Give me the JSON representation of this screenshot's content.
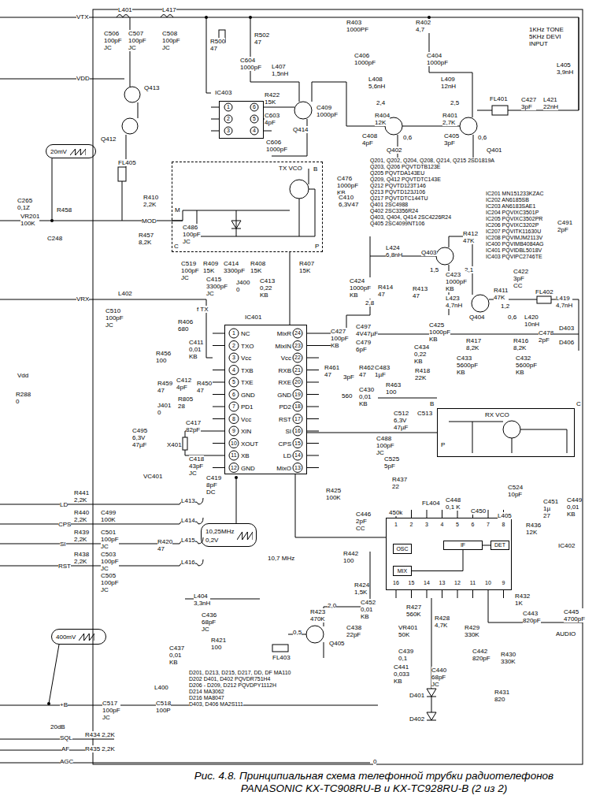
{
  "diagram": {
    "caption": "Рис. 4.8. Принципиальная схема телефонной трубки радиотелефонов PANASONIC KX-TC908RU-B и KX-TC928RU-B (2 из 2)",
    "nodes": [
      {
        "text": [
          "IC403"
        ]
      },
      {
        "text": [
          "TX VCO"
        ]
      },
      {
        "text": [
          "IC401"
        ]
      },
      {
        "text": [
          "RX VCO"
        ]
      },
      {
        "text": [
          "IC402"
        ]
      },
      {
        "text": [
          "OSC"
        ],
        "in": 4
      },
      {
        "text": [
          "MIX"
        ],
        "in": 4
      },
      {
        "text": [
          "IF"
        ],
        "in": 4
      },
      {
        "text": [
          "DET"
        ],
        "in": 4
      },
      {
        "text": [
          "20mV"
        ]
      },
      {
        "text": [
          "10,25MHz 0,2V"
        ]
      },
      {
        "text": [
          "400mV"
        ]
      }
    ],
    "edges": [
      {
        "from": 1,
        "to": 2,
        "arrow": "none"
      },
      {
        "from": 2,
        "to": 4,
        "arrow": "none"
      },
      {
        "from": 3,
        "to": 2,
        "arrow": "none"
      },
      {
        "from": 6,
        "to": 7,
        "arrow": "none"
      },
      {
        "from": 7,
        "to": 8,
        "arrow": "none"
      }
    ],
    "labels": [
      "VTX",
      "L401",
      "L417",
      "C506 100pF JC",
      "C507 100pF JC",
      "C508 100pF JC",
      "R500 47",
      "R502 47",
      "C604 1000pF",
      "L407 1,5nH",
      "R403 1000PF",
      "R402 4,7",
      "C406 1000pF",
      "C404 1000pF",
      "1KHz TONE 5KHz DEVI INPUT",
      "L405 3,9nH",
      "L408 5,6nH",
      "L409 12nH",
      "VDD",
      "Q413",
      "R422 15K",
      "C603 4pF",
      "Q414",
      "C409 1000pF",
      "C606 1000pF",
      "2,4",
      "2,5",
      "R404 12K",
      "R401 2,7K",
      "FL401",
      "C427 3pF",
      "L421 22nH",
      "0,6",
      "0,6",
      "C408 4pF",
      "Q402",
      "C405 3pF",
      "Q401",
      "Q412",
      "FL405",
      "C476 1000pF KB",
      "C410 6,3V47",
      "C265 0,1Z",
      "R458",
      "VR201 100K",
      "R410 2,2K",
      "MOD",
      "R457 8,2K",
      "C486 100pF JC",
      "C248",
      "M",
      "C",
      "P",
      "B",
      "C519 100pF JC",
      "R409 15K",
      "C414 3300pF",
      "R408 15K",
      "R407 15K",
      "C415 3300pF JC",
      "J400 0",
      "C413 0,22 KB",
      "VRX",
      "L402",
      "C510 100pF JC",
      "f TX",
      "R406 680",
      "C411 0,01 KB",
      "R456 100",
      "R459 47",
      "C412 4pF",
      "R450 47",
      "R805 28",
      "J401 0",
      "C427 100pF KB",
      "C479 6pF",
      "R461 47",
      "3pF",
      "R462 47",
      "560",
      "C430 0,01 KB",
      "C495 6,3V 47µF",
      "X401",
      "C417 82pF",
      "C418 43pF JC",
      "C419 8pF DC",
      "VC401",
      "LD",
      "R441 2,2K",
      "L413",
      "C499 100K",
      "CPS",
      "R440 2,2K",
      "L414",
      "C501 100pF JC",
      "SI",
      "R439 2,2K",
      "L415",
      "C503 100pF JC",
      "RST",
      "R438 2,2K",
      "L416",
      "C505 100pF JC",
      "R420 47",
      "10,7 MHz",
      "R425 100K",
      "C446 2pF CC",
      "R437 22",
      "C525 5pF",
      "R442 100",
      "R424 1,5K",
      "C452 0,01 KB",
      "L404 3,3nH",
      "C436 68pF JC",
      "R421 100",
      "C437 0,01 KB",
      "R423 470K",
      "2,0",
      "0,5",
      "Q405",
      "C438 22pF",
      "FL403",
      "+B",
      "L400",
      "C517 100pF JC",
      "C518 100P",
      "20dB",
      "SQL",
      "R434 2,2K",
      "AF",
      "R435 2,2K",
      "AGC",
      "0",
      "Vdd",
      "R288 0",
      "C491 2pF",
      "L424 6,8nH",
      "Q403",
      "R412 47K",
      "1,5",
      "2,1",
      "C423 1000pF KB",
      "R413 47",
      "L423 4,7nH",
      "R411 47K",
      "1,2",
      "0,6",
      "Q404",
      "L419 4,7nH",
      "L420 10nH",
      "FL402",
      "C478 2pF",
      "D403",
      "D406",
      "C424 1000pF KB",
      "R414 47",
      "2,8",
      "C425 1000pF KB",
      "C497 4V47µF",
      "C422 3pF CC",
      "C434 0,22 KB",
      "R417 8,2K",
      "R416 8,2K",
      "C433 5600pF KB",
      "C432 5600pF KB",
      "C483 1µF",
      "R418 22K",
      "R463 100",
      "B",
      "C",
      "P",
      "C488 100pF JC",
      "C512 6,3V 47µF",
      "C513",
      "C448 0,1 K",
      "C524 10pF",
      "C451 1µ 27",
      "C449 0,01 KB",
      "FL404",
      "L405",
      "R436 12K",
      "C450",
      "450k",
      "R432 1K",
      "C443 820pF",
      "C445 4700pF",
      "AUDIO",
      "R427 560K",
      "R428 4,7K",
      "VR401 50K",
      "R429 330K",
      "C442 820pF",
      "R430 330K",
      "C439 0,1",
      "C441 0,033 KB",
      "C440 68pF JC",
      "D401",
      "D402",
      "R431 820",
      "1",
      "2",
      "3",
      "6",
      "5",
      "4",
      "1",
      "NC",
      "2",
      "TXO",
      "3",
      "Vcc",
      "4",
      "TXB",
      "5",
      "TXE",
      "6",
      "GND",
      "7",
      "PD1",
      "8",
      "Vcc",
      "9",
      "XIN",
      "10",
      "XOUT",
      "11",
      "XB",
      "12",
      "GND",
      "24",
      "MixR",
      "23",
      "MixIN",
      "22",
      "Vcc",
      "21",
      "RXB",
      "20",
      "RXE",
      "19",
      "GND",
      "18",
      "PD2",
      "17",
      "RST",
      "16",
      "SI",
      "15",
      "CPS",
      "14",
      "LD",
      "13",
      "MixO",
      "1",
      "2",
      "3",
      "4",
      "5",
      "6",
      "7",
      "8",
      "16",
      "15",
      "14",
      "13",
      "12",
      "11",
      "10",
      "9",
      "Q201, Q202, Q204, Q208, Q214, Q215 2SD1819A",
      "Q203, Q206 PQVTDTB123E",
      "Q205 PQVTDA143EU",
      "Q209, Q412 PQVTDTC143E",
      "Q212 PQVTD123T146",
      "Q213 PQVTD123J106",
      "Q217 PQVTDTC144TU",
      "Q401 2SC4988",
      "Q402 2SC3356R24",
      "Q403, Q404, Q414 2SC4226R24",
      "Q405 2SC4099NT106",
      "IC201 MN151233KZAC",
      "IC202 AN6185SB",
      "IC203 AN6183SAE1",
      "IC204 PQVIXC3501P",
      "IC205 PQVIXC3502PR",
      "IC206 PQVIXC3202P",
      "IC207 PQVITK11630U",
      "IC208 PQVIMJM2113V",
      "IC400 PQVIMB4084AG",
      "IC401 PQVIDBL5018V",
      "IC403 PQVIPC2746TE",
      "D201, D213, D215, D217, DD, DF MA110",
      "D202 D401, D402 PQVDR751H4",
      "D206 - D209, D212 PQVDPY1112H",
      "D214 MA3062",
      "D216 MA8047",
      "D403, D406 MA2S111"
    ]
  }
}
